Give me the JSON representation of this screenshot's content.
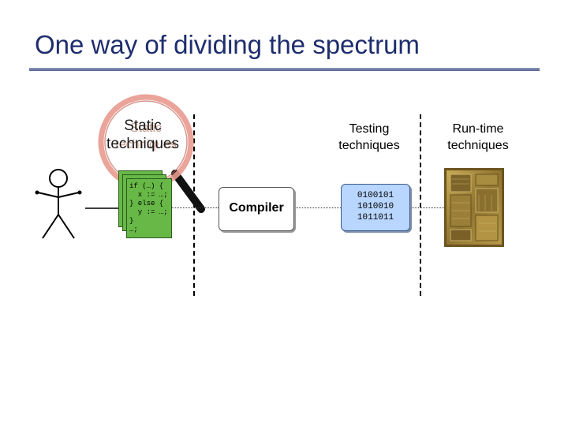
{
  "slide": {
    "title": "One way of dividing the spectrum"
  },
  "columns": {
    "static": {
      "line1": "Static",
      "line2": "techniques"
    },
    "static_ghost": {
      "line1": "Static",
      "line2": "techniques"
    },
    "testing": {
      "line1": "Testing",
      "line2": "techniques"
    },
    "runtime": {
      "line1": "Run-time",
      "line2": "techniques"
    }
  },
  "code": {
    "lines": [
      "if (…) {",
      "  x := …;",
      "} else {",
      "  y := …;",
      "}",
      "…;"
    ]
  },
  "compiler": {
    "label": "Compiler"
  },
  "binary": {
    "lines": [
      "0100101",
      "1010010",
      "1011011"
    ]
  },
  "icons": {
    "person": "stick-figure-icon",
    "magnifier": "magnifying-glass-icon",
    "chip": "cpu-chip-icon"
  },
  "colors": {
    "title": "#1e2d6e",
    "code_sheet": "#67b846",
    "binary_box": "#b8d6ff",
    "magnifier_ring": "#e89a8e",
    "chip": "#a8893a"
  }
}
